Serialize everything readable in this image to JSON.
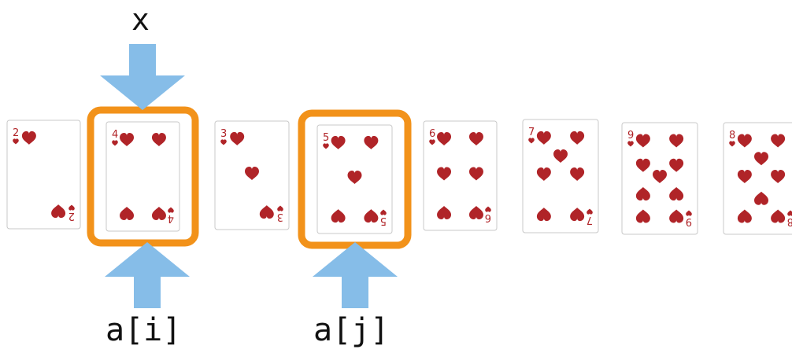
{
  "labels": {
    "pivot": "x",
    "left_index": "a[i]",
    "right_index": "a[j]"
  },
  "cards": [
    {
      "rank": "2",
      "suit": "hearts"
    },
    {
      "rank": "4",
      "suit": "hearts"
    },
    {
      "rank": "3",
      "suit": "hearts"
    },
    {
      "rank": "5",
      "suit": "hearts"
    },
    {
      "rank": "6",
      "suit": "hearts"
    },
    {
      "rank": "7",
      "suit": "hearts"
    },
    {
      "rank": "9",
      "suit": "hearts"
    },
    {
      "rank": "8",
      "suit": "hearts"
    }
  ],
  "highlighted_cards": [
    "4",
    "5"
  ],
  "colors": {
    "heart": "#b02428",
    "highlight": "#f2921a",
    "arrow": "#86bde8",
    "card_border": "#c8c8c8",
    "text": "#111111"
  }
}
